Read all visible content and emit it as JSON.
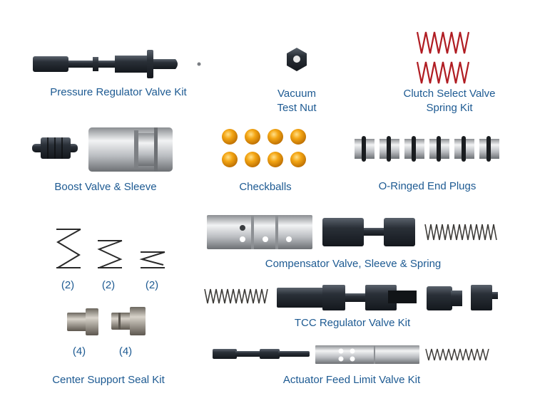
{
  "kits": {
    "pressure_regulator": {
      "label": "Pressure Regulator Valve Kit"
    },
    "vacuum_test_nut": {
      "label_line1": "Vacuum",
      "label_line2": "Test Nut"
    },
    "clutch_select": {
      "label_line1": "Clutch Select Valve",
      "label_line2": "Spring Kit",
      "spring_color": "#b01c22"
    },
    "boost_valve": {
      "label": "Boost Valve & Sleeve"
    },
    "checkballs": {
      "label": "Checkballs",
      "count": 8,
      "color": "#f0a010"
    },
    "end_plugs": {
      "label": "O-Ringed End Plugs",
      "count": 6
    },
    "compensator": {
      "label": "Compensator Valve, Sleeve & Spring"
    },
    "tcc_regulator": {
      "label": "TCC Regulator Valve Kit"
    },
    "actuator_feed": {
      "label": "Actuator Feed Limit Valve Kit"
    },
    "center_support": {
      "label": "Center Support Seal Kit",
      "springs": [
        {
          "qty": "(2)"
        },
        {
          "qty": "(2)"
        },
        {
          "qty": "(2)"
        }
      ],
      "seals": [
        {
          "qty": "(4)"
        },
        {
          "qty": "(4)"
        }
      ]
    }
  },
  "colors": {
    "label_text": "#1d5a92",
    "dark_metal": "#2a2f36",
    "silver": "#c8cacd"
  }
}
